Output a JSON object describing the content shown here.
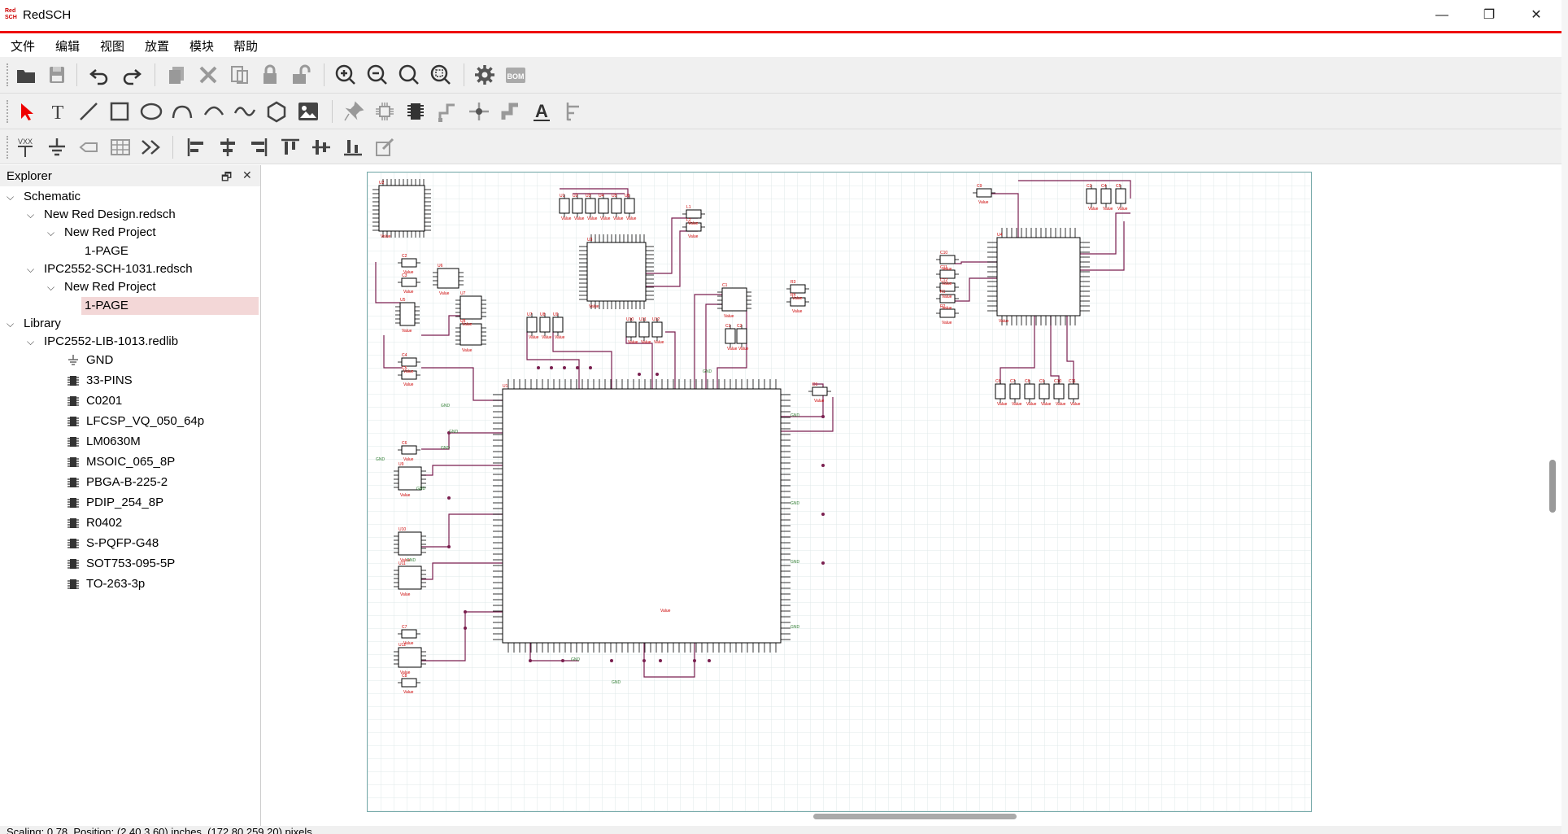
{
  "window": {
    "title": "RedSCH",
    "logo_text": "Red SCH",
    "minimize_glyph": "—",
    "restore_glyph": "❐",
    "close_glyph": "✕"
  },
  "menu": {
    "items": [
      "文件",
      "编辑",
      "视图",
      "放置",
      "模块",
      "帮助"
    ]
  },
  "toolbar1": {
    "icons": [
      "open-folder-icon",
      "save-icon",
      "undo-icon",
      "redo-icon",
      "copy-icon",
      "delete-icon",
      "paste-icon",
      "lock-icon",
      "unlock-icon",
      "zoom-in-icon",
      "zoom-out-icon",
      "zoom-fit-icon",
      "zoom-area-icon",
      "settings-gear-icon",
      "bom-icon"
    ],
    "bom_label": "BOM"
  },
  "toolbar2": {
    "icons": [
      "select-arrow-icon",
      "text-tool-icon",
      "line-tool-icon",
      "rectangle-tool-icon",
      "ellipse-tool-icon",
      "arc-tool-icon",
      "arc2-tool-icon",
      "bezier-tool-icon",
      "polygon-tool-icon",
      "image-tool-icon",
      "pin-icon",
      "component-icon",
      "chip-icon",
      "wire-icon",
      "junction-icon",
      "bus-icon",
      "net-label-icon",
      "bus-entry-icon"
    ],
    "text_glyph": "T",
    "netlabel_glyph": "A"
  },
  "toolbar3": {
    "icons": [
      "power-vxx-icon",
      "ground-icon",
      "port-icon",
      "table-icon",
      "no-connect-icon",
      "align-left-icon",
      "align-center-h-icon",
      "align-right-icon",
      "align-top-icon",
      "align-middle-v-icon",
      "align-bottom-icon",
      "edit-properties-icon"
    ],
    "vxx_label": "VXX"
  },
  "explorer": {
    "title": "Explorer",
    "float_glyph": "🗗",
    "close_glyph": "✕",
    "schematic": {
      "label": "Schematic",
      "designs": [
        {
          "label": "New Red Design.redsch",
          "project": "New Red Project",
          "page": "1-PAGE",
          "selected": false
        },
        {
          "label": "IPC2552-SCH-1031.redsch",
          "project": "New Red Project",
          "page": "1-PAGE",
          "selected": true
        }
      ]
    },
    "library": {
      "label": "Library",
      "file": "IPC2552-LIB-1013.redlib",
      "items": [
        "GND",
        "33-PINS",
        "C0201",
        "LFCSP_VQ_050_64p",
        "LM0630M",
        "MSOIC_065_8P",
        "PBGA-B-225-2",
        "PDIP_254_8P",
        "R0402",
        "S-PQFP-G48",
        "SOT753-095-5P",
        "TO-263-3p"
      ]
    }
  },
  "schematic": {
    "component_value_label": "Value",
    "ref_labels": [
      "U1",
      "U2",
      "U3",
      "U4",
      "U5",
      "U6",
      "U7",
      "U8",
      "U9",
      "U10",
      "U11",
      "U12",
      "C1",
      "C2",
      "C3",
      "C4",
      "C5",
      "C6",
      "C7",
      "C8",
      "C9",
      "C10",
      "C11",
      "C12",
      "R1",
      "R2",
      "R3",
      "R4",
      "L1",
      "L2",
      "D1"
    ],
    "net_label": "GND"
  },
  "status": {
    "text": "Scaling: 0.78, Position: (2.40,3.60) inches, (172.80,259.20) pixels"
  },
  "colors": {
    "accent_red": "#e00000",
    "wire": "#7a1f4f",
    "component": "#000000",
    "ref_text": "#cc0000",
    "net_text": "#2e7d32",
    "grid": "#dfe8ea"
  }
}
